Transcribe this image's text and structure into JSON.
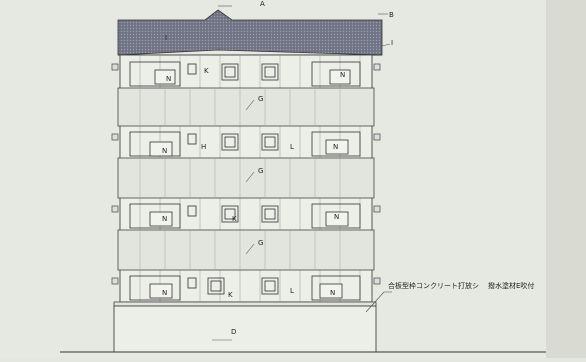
{
  "drawing": {
    "labels": {
      "roof_a": "A",
      "roof_b": "B",
      "roof_i": "I",
      "ground_d": "D",
      "wall_g": "G",
      "balcony_n": "N",
      "unit_k": "K",
      "unit_l": "L",
      "unit_h": "H"
    },
    "finish_notes": {
      "concrete": "合板型枠コンクリート打放シ",
      "coating": "撥水塗材E吹付"
    }
  }
}
